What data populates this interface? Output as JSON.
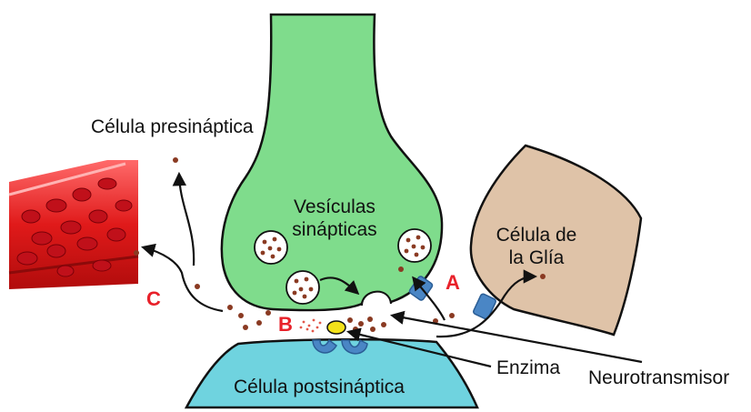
{
  "labels": {
    "presynaptic_cell": "Célula presináptica",
    "vesicles_line1": "Vesículas",
    "vesicles_line2": "sinápticas",
    "glia_line1": "Célula de",
    "glia_line2": "la Glía",
    "postsynaptic_cell": "Célula postsináptica",
    "enzyme": "Enzima",
    "neurotransmitter": "Neurotransmisor"
  },
  "markers": {
    "a": "A",
    "b": "B",
    "c": "C"
  },
  "colors": {
    "presynaptic_fill": "#7fdc8c",
    "postsynaptic_fill": "#6fd3df",
    "glia_fill": "#dfc3a8",
    "receptor": "#4a86c5",
    "enzyme": "#f3e21a",
    "neurotransmitter_dot": "#8a3a22",
    "marker": "#e8212a"
  }
}
